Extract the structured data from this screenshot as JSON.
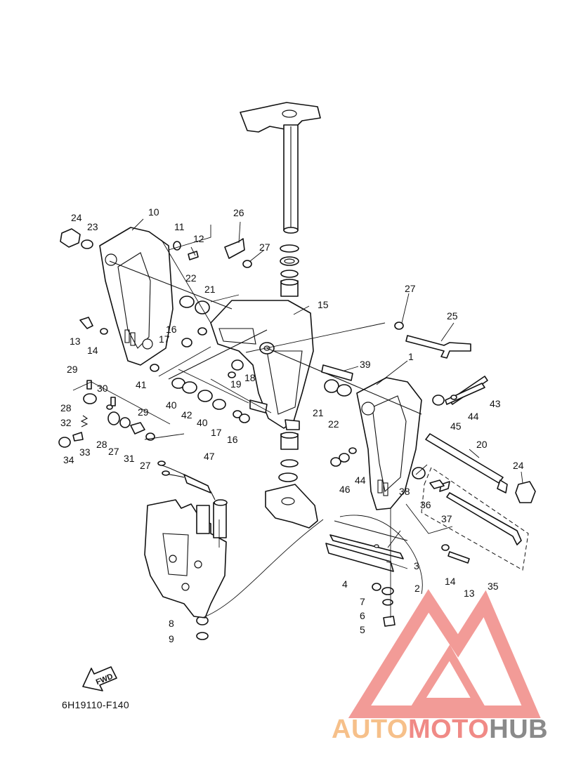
{
  "drawing_code": "6H19110-F140",
  "fwd_label": "FWD",
  "callouts": [
    {
      "id": "c1",
      "text": "1"
    },
    {
      "id": "c2",
      "text": "2"
    },
    {
      "id": "c3",
      "text": "3"
    },
    {
      "id": "c4",
      "text": "4"
    },
    {
      "id": "c5",
      "text": "5"
    },
    {
      "id": "c6",
      "text": "6"
    },
    {
      "id": "c7",
      "text": "7"
    },
    {
      "id": "c8",
      "text": "8"
    },
    {
      "id": "c9",
      "text": "9"
    },
    {
      "id": "c10",
      "text": "10"
    },
    {
      "id": "c11",
      "text": "11"
    },
    {
      "id": "c12",
      "text": "12"
    },
    {
      "id": "c13a",
      "text": "13"
    },
    {
      "id": "c13b",
      "text": "13"
    },
    {
      "id": "c14a",
      "text": "14"
    },
    {
      "id": "c14b",
      "text": "14"
    },
    {
      "id": "c15",
      "text": "15"
    },
    {
      "id": "c16a",
      "text": "16"
    },
    {
      "id": "c16b",
      "text": "16"
    },
    {
      "id": "c17a",
      "text": "17"
    },
    {
      "id": "c17b",
      "text": "17"
    },
    {
      "id": "c18",
      "text": "18"
    },
    {
      "id": "c19",
      "text": "19"
    },
    {
      "id": "c20",
      "text": "20"
    },
    {
      "id": "c21a",
      "text": "21"
    },
    {
      "id": "c21b",
      "text": "21"
    },
    {
      "id": "c22a",
      "text": "22"
    },
    {
      "id": "c22b",
      "text": "22"
    },
    {
      "id": "c23",
      "text": "23"
    },
    {
      "id": "c24a",
      "text": "24"
    },
    {
      "id": "c24b",
      "text": "24"
    },
    {
      "id": "c25",
      "text": "25"
    },
    {
      "id": "c26",
      "text": "26"
    },
    {
      "id": "c27a",
      "text": "27"
    },
    {
      "id": "c27b",
      "text": "27"
    },
    {
      "id": "c27c",
      "text": "27"
    },
    {
      "id": "c27d",
      "text": "27"
    },
    {
      "id": "c28a",
      "text": "28"
    },
    {
      "id": "c28b",
      "text": "28"
    },
    {
      "id": "c29a",
      "text": "29"
    },
    {
      "id": "c29b",
      "text": "29"
    },
    {
      "id": "c30",
      "text": "30"
    },
    {
      "id": "c31",
      "text": "31"
    },
    {
      "id": "c32",
      "text": "32"
    },
    {
      "id": "c33",
      "text": "33"
    },
    {
      "id": "c34",
      "text": "34"
    },
    {
      "id": "c35",
      "text": "35"
    },
    {
      "id": "c36",
      "text": "36"
    },
    {
      "id": "c37",
      "text": "37"
    },
    {
      "id": "c38",
      "text": "38"
    },
    {
      "id": "c39",
      "text": "39"
    },
    {
      "id": "c40a",
      "text": "40"
    },
    {
      "id": "c40b",
      "text": "40"
    },
    {
      "id": "c41",
      "text": "41"
    },
    {
      "id": "c42",
      "text": "42"
    },
    {
      "id": "c43",
      "text": "43"
    },
    {
      "id": "c44a",
      "text": "44"
    },
    {
      "id": "c44b",
      "text": "44"
    },
    {
      "id": "c45",
      "text": "45"
    },
    {
      "id": "c46",
      "text": "46"
    },
    {
      "id": "c47",
      "text": "47"
    }
  ],
  "watermark": {
    "part1": "AUTO",
    "part2": "MOTO",
    "part3": "HUB",
    "color1": "#f6c08a",
    "color2": "#f08a86",
    "color3": "#8a8a8a",
    "logo_color": "#f08a86"
  }
}
